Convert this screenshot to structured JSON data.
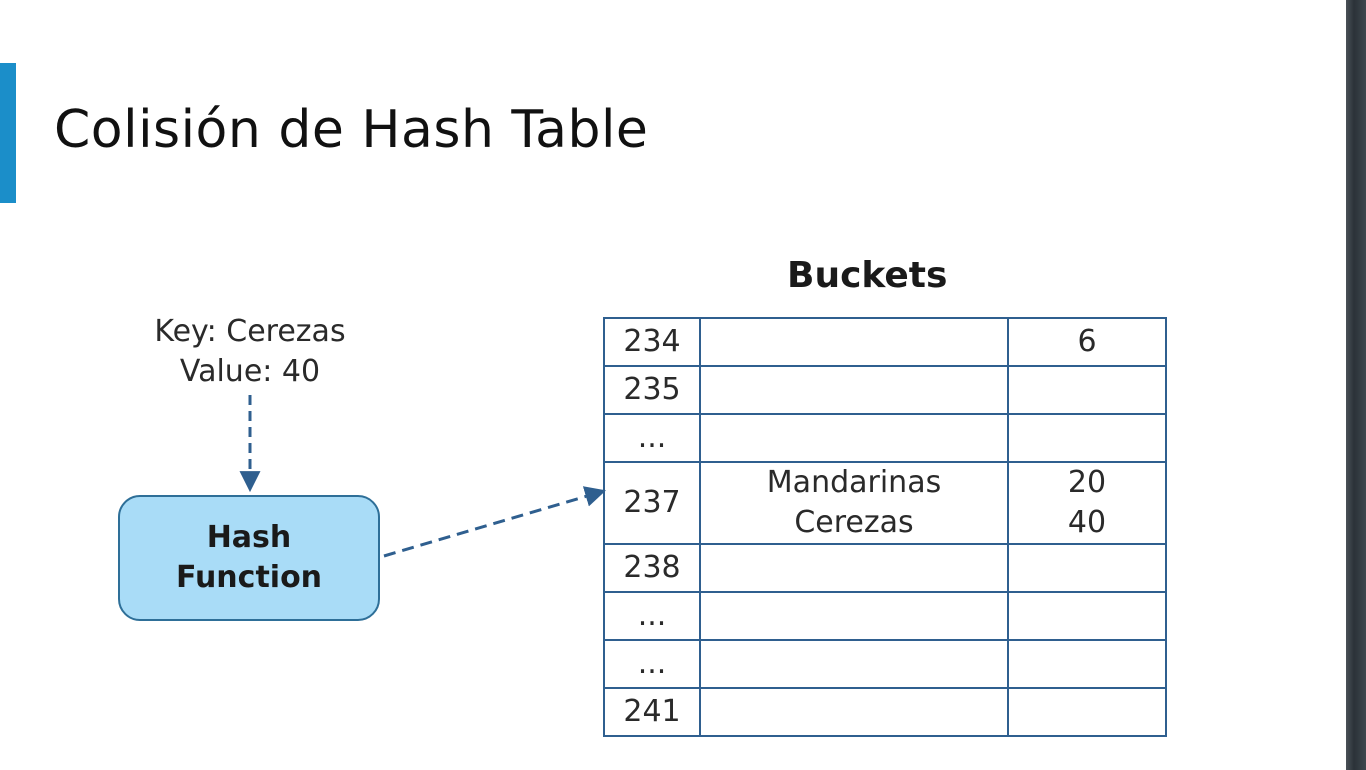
{
  "slide": {
    "title": "Colisión de Hash Table",
    "buckets_title": "Buckets",
    "input": {
      "key_line": "Key: Cerezas",
      "value_line": "Value: 40"
    },
    "hash_function": {
      "line1": "Hash",
      "line2": "Function"
    },
    "table": {
      "rows": [
        {
          "index": "234",
          "keys": [
            ""
          ],
          "values": [
            "6"
          ]
        },
        {
          "index": "235",
          "keys": [
            ""
          ],
          "values": [
            ""
          ]
        },
        {
          "index": "...",
          "keys": [
            ""
          ],
          "values": [
            ""
          ]
        },
        {
          "index": "237",
          "keys": [
            "Mandarinas",
            "Cerezas"
          ],
          "values": [
            "20",
            "40"
          ]
        },
        {
          "index": "238",
          "keys": [
            ""
          ],
          "values": [
            ""
          ]
        },
        {
          "index": "...",
          "keys": [
            ""
          ],
          "values": [
            ""
          ]
        },
        {
          "index": "...",
          "keys": [
            ""
          ],
          "values": [
            ""
          ]
        },
        {
          "index": "241",
          "keys": [
            ""
          ],
          "values": [
            ""
          ]
        }
      ]
    },
    "colors": {
      "accent": "#1b8ec9",
      "hash_box_fill": "#a9dcf7",
      "hash_box_border": "#2e6f98",
      "table_border": "#2f5f8f",
      "arrow": "#2f5f8f"
    }
  }
}
